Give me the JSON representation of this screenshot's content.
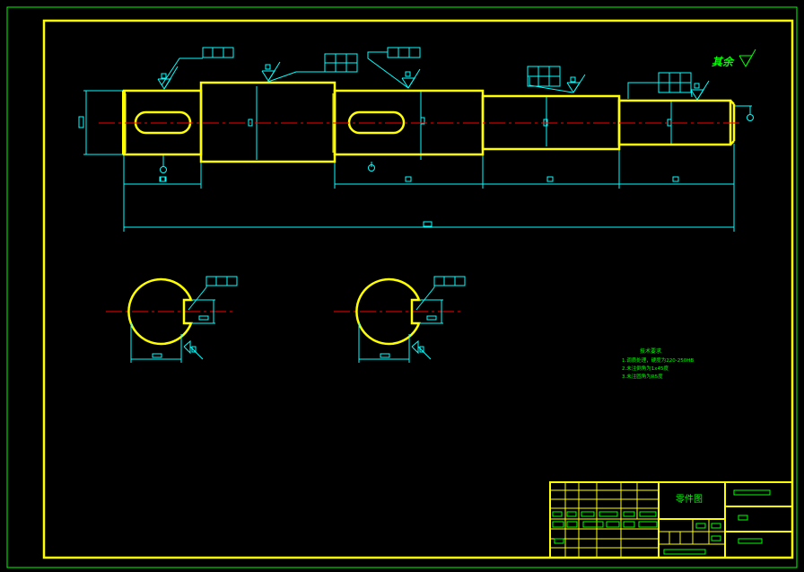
{
  "drawing": {
    "title_block": {
      "part_title": "零件图"
    },
    "roughness_note": {
      "text": "其余"
    },
    "technical_requirements": {
      "heading": "技术要求",
      "items": [
        "1.调质处理，硬度为220-250HB",
        "2.未注倒角为1x45度",
        "3.未注圆角为R5度"
      ]
    },
    "colors": {
      "background": "#000000",
      "outline": "#ffff00",
      "dimension": "#00ffff",
      "centerline": "#ff0000",
      "frame": "#00ff00",
      "note_text": "#00ff00"
    }
  }
}
